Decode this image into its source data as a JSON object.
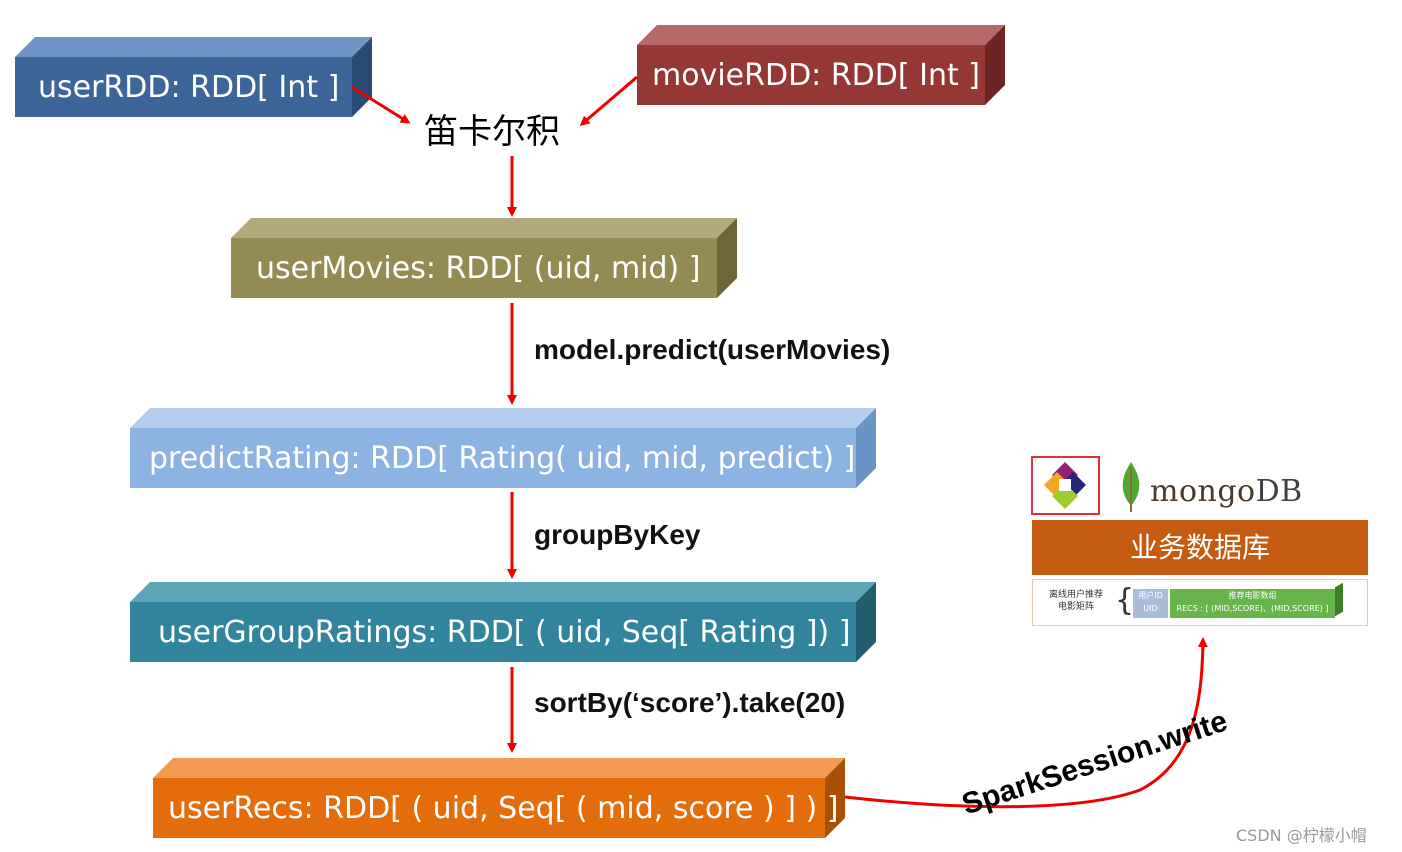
{
  "boxes": {
    "user_rdd": "userRDD: RDD[ Int ]",
    "movie_rdd": "movieRDD: RDD[ Int ]",
    "user_movies": "userMovies: RDD[ (uid, mid) ]",
    "predict_rating": "predictRating: RDD[ Rating( uid, mid, predict) ]",
    "user_group_ratings": "userGroupRatings: RDD[ ( uid, Seq[ Rating ]) ]",
    "user_recs": "userRecs: RDD[ ( uid, Seq[ ( mid, score ) ] ) ]"
  },
  "cartesian": "笛卡尔积",
  "operations": {
    "predict": "model.predict(userMovies)",
    "group": "groupByKey",
    "sort": "sortBy(‘score’).take(20)",
    "write": "SparkSession.write"
  },
  "database": {
    "logo_prefix": "mongo",
    "logo_suffix": "DB",
    "title": "业务数据库",
    "schema_left_line1": "离线用户推荐",
    "schema_left_line2": "电影矩阵",
    "uid_header": "用户ID",
    "uid_value": "UID",
    "recs_header": "推荐电影数组",
    "recs_value": "RECS : [ (MID,SCORE)、(MID,SCORE) ]"
  },
  "watermark": "CSDN @柠檬小帽",
  "colors": {
    "user_rdd": "#3d6599",
    "movie_rdd": "#953735",
    "user_movies": "#948a54",
    "predict_rating": "#8db3e2",
    "user_group_ratings": "#31849b",
    "user_recs": "#e46c0a",
    "arrow": "#ee0000",
    "db_bar": "#c55a11"
  }
}
